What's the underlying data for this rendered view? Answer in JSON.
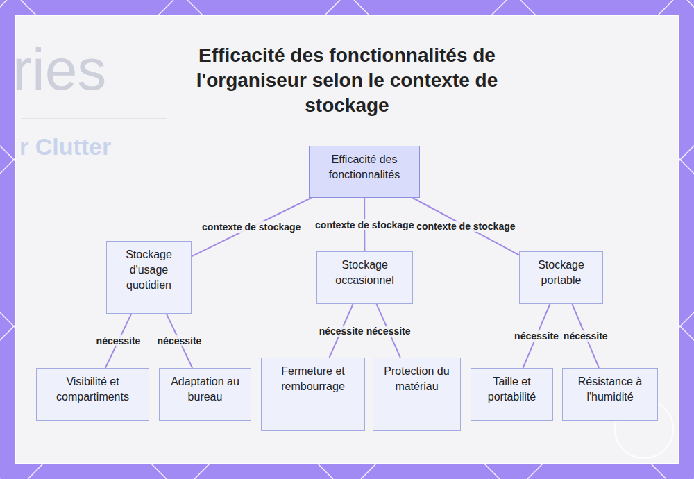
{
  "diagram": {
    "title": "Efficacité des fonctionnalités de l'organiseur selon le contexte de stockage",
    "nodes": [
      {
        "text": [
          "Efficacité des fonctionnalités"
        ]
      },
      {
        "text": [
          "Stockage d'usage quotidien"
        ]
      },
      {
        "text": [
          "Stockage occasionnel"
        ]
      },
      {
        "text": [
          "Stockage portable"
        ]
      },
      {
        "text": [
          "Visibilité et compartiments"
        ]
      },
      {
        "text": [
          "Adaptation au bureau"
        ]
      },
      {
        "text": [
          "Fermeture et rembourrage"
        ]
      },
      {
        "text": [
          "Protection du matériau"
        ]
      },
      {
        "text": [
          "Taille et portabilité"
        ]
      },
      {
        "text": [
          "Résistance à l'humidité"
        ]
      }
    ],
    "edges": [
      {
        "from": 0,
        "to": 1,
        "arrow": "none",
        "label": "contexte de stockage"
      },
      {
        "from": 0,
        "to": 2,
        "arrow": "none",
        "label": "contexte de stockage"
      },
      {
        "from": 0,
        "to": 3,
        "arrow": "none",
        "label": "contexte de stockage"
      },
      {
        "from": 1,
        "to": 4,
        "arrow": "none",
        "label": "nécessite"
      },
      {
        "from": 1,
        "to": 5,
        "arrow": "none",
        "label": "nécessite"
      },
      {
        "from": 2,
        "to": 6,
        "arrow": "none",
        "label": "nécessite"
      },
      {
        "from": 2,
        "to": 7,
        "arrow": "none",
        "label": "nécessite"
      },
      {
        "from": 3,
        "to": 8,
        "arrow": "none",
        "label": "nécessite"
      },
      {
        "from": 3,
        "to": 9,
        "arrow": "none",
        "label": "nécessite"
      }
    ],
    "labels": [
      "ries",
      "r Clutter"
    ]
  }
}
